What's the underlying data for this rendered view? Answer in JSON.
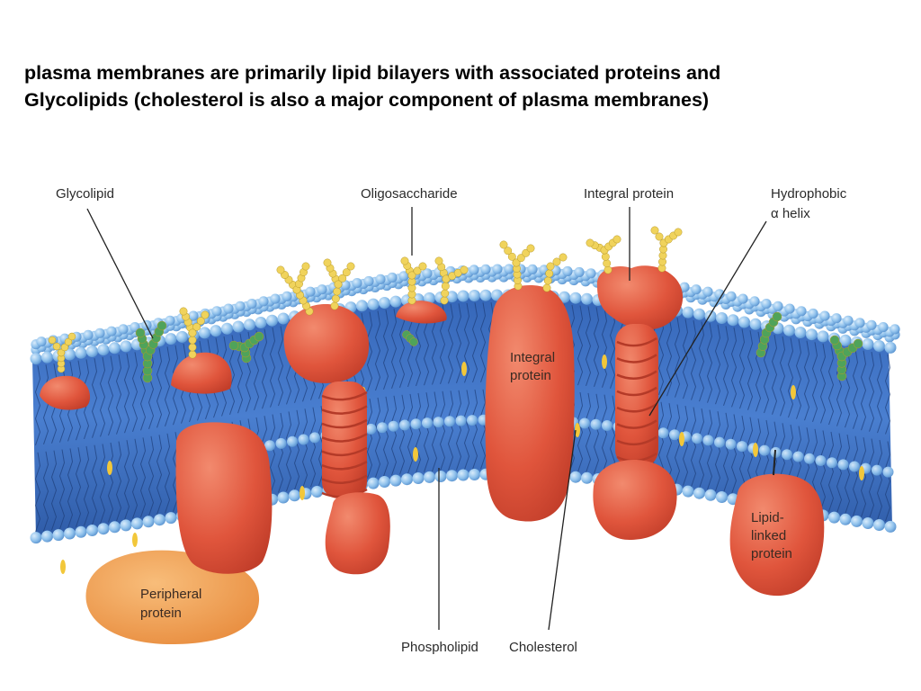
{
  "title": {
    "line1": "plasma membranes are primarily lipid bilayers with associated proteins and",
    "line2": "Glycolipids (cholesterol is also a major component of plasma membranes)"
  },
  "labels": {
    "glycolipid": "Glycolipid",
    "oligosaccharide": "Oligosaccharide",
    "integral_protein_top": "Integral protein",
    "hydrophobic_line1": "Hydrophobic",
    "hydrophobic_line2": "α helix",
    "integral_protein_inner_line1": "Integral",
    "integral_protein_inner_line2": "protein",
    "lipid_linked_line1": "Lipid-",
    "lipid_linked_line2": "linked",
    "lipid_linked_line3": "protein",
    "peripheral_line1": "Peripheral",
    "peripheral_line2": "protein",
    "phospholipid": "Phospholipid",
    "cholesterol": "Cholesterol"
  },
  "colors": {
    "membrane_core": "#3f6fc4",
    "head_fill": "#8fc1ec",
    "protein": "#e0553c",
    "peripheral_protein": "#ee9440",
    "oligosaccharide": "#f0d35c",
    "glycolipid_sugar": "#4fa35a",
    "cholesterol": "#f2c73a"
  }
}
